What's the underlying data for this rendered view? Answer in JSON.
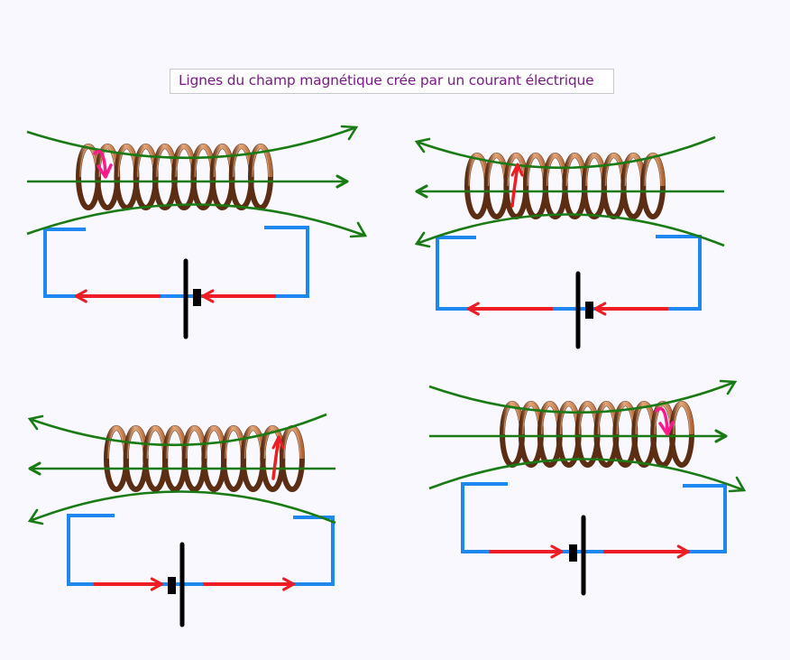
{
  "title": "Lignes du champ magnétique crée par un courant électrique",
  "colors": {
    "background": "#f8f8fe",
    "title_text": "#7a1a86",
    "wire": "#1e88f0",
    "current_arrow": "#ee1c24",
    "field_line": "#1a7a14",
    "coil": "#b0683a",
    "coil_highlight": "#e3a77a",
    "coil_shadow": "#5b2e14",
    "battery": "#000000",
    "turn_arrow_pink": "#ff1a8c",
    "turn_arrow_red": "#ee1c24"
  },
  "diagrams": [
    {
      "id": "top-left",
      "field_direction": "right",
      "current_direction": "left",
      "battery_short_plate_side": "right",
      "turn_arrow": {
        "position": "left-end",
        "sense": "down",
        "color_key": "turn_arrow_pink"
      }
    },
    {
      "id": "top-right",
      "field_direction": "left",
      "current_direction": "left",
      "battery_short_plate_side": "right",
      "turn_arrow": {
        "position": "left-end",
        "sense": "up",
        "color_key": "turn_arrow_red"
      }
    },
    {
      "id": "bottom-left",
      "field_direction": "left",
      "current_direction": "right",
      "battery_short_plate_side": "left",
      "turn_arrow": {
        "position": "right-end",
        "sense": "up",
        "color_key": "turn_arrow_red"
      }
    },
    {
      "id": "bottom-right",
      "field_direction": "right",
      "current_direction": "right",
      "battery_short_plate_side": "left",
      "turn_arrow": {
        "position": "right-end",
        "sense": "down",
        "color_key": "turn_arrow_pink"
      }
    }
  ]
}
